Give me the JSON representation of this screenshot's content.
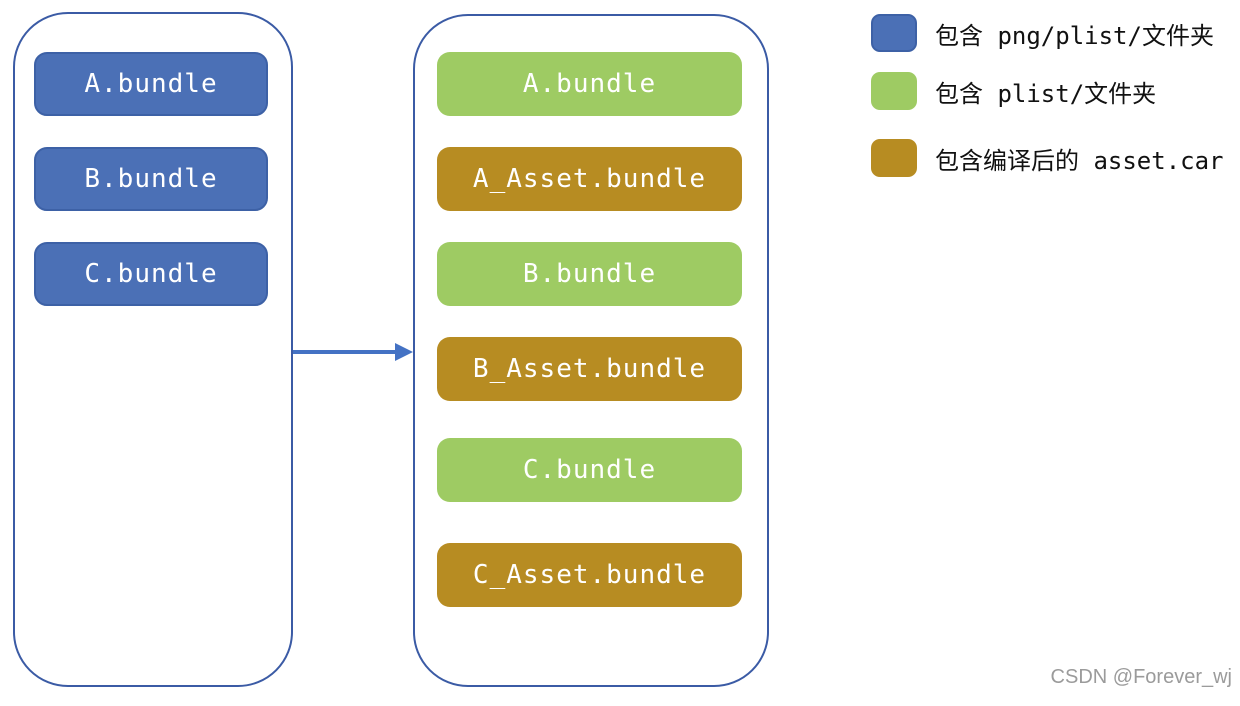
{
  "left_panel": {
    "items": [
      {
        "label": "A.bundle",
        "color": "#4B70B6"
      },
      {
        "label": "B.bundle",
        "color": "#4B70B6"
      },
      {
        "label": "C.bundle",
        "color": "#4B70B6"
      }
    ]
  },
  "right_panel": {
    "items": [
      {
        "label": "A.bundle",
        "color": "#9ECB63"
      },
      {
        "label": "A_Asset.bundle",
        "color": "#B78C22"
      },
      {
        "label": "B.bundle",
        "color": "#9ECB63"
      },
      {
        "label": "B_Asset.bundle",
        "color": "#B78C22"
      },
      {
        "label": "C.bundle",
        "color": "#9ECB63"
      },
      {
        "label": "C_Asset.bundle",
        "color": "#B78C22"
      }
    ]
  },
  "legend": {
    "items": [
      {
        "label": "包含 png/plist/文件夹",
        "color": "#4B70B6"
      },
      {
        "label": "包含 plist/文件夹",
        "color": "#9ECB63"
      },
      {
        "label": "包含编译后的 asset.car",
        "color": "#B78C22"
      }
    ]
  },
  "watermark": "CSDN @Forever_wj",
  "colors": {
    "arrow": "#4472C4",
    "container_border": "#3B5BA5",
    "blue": "#4B70B6",
    "green": "#9ECB63",
    "gold": "#B78C22"
  }
}
